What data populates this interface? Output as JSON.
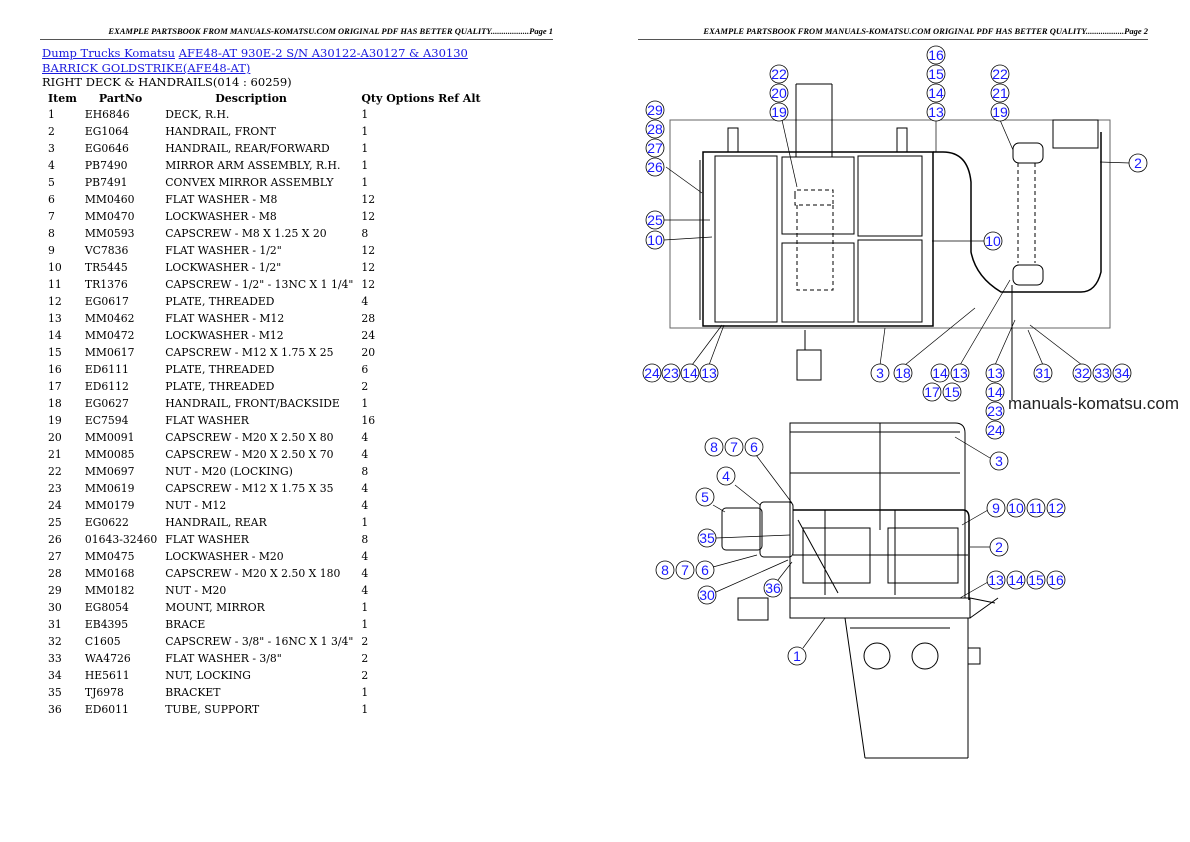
{
  "page1": {
    "header": "EXAMPLE PARTSBOOK FROM MANUALS-KOMATSU.COM ORIGINAL PDF HAS BETTER QUALITY..................Page 1",
    "breadcrumb": {
      "link1": "Dump Trucks Komatsu",
      "link2": "AFE48-AT 930E-2 S/N A30122-A30127 & A30130 BARRICK GOLDSTRIKE(AFE48-AT)"
    },
    "section_title": "RIGHT DECK & HANDRAILS(014 : 60259)",
    "table": {
      "columns": [
        "Item",
        "PartNo",
        "Description",
        "Qty Options Ref Alt"
      ],
      "rows": [
        [
          "1",
          "EH6846",
          "DECK, R.H.",
          "1"
        ],
        [
          "2",
          "EG1064",
          "HANDRAIL, FRONT",
          "1"
        ],
        [
          "3",
          "EG0646",
          "HANDRAIL, REAR/FORWARD",
          "1"
        ],
        [
          "4",
          "PB7490",
          "MIRROR ARM ASSEMBLY, R.H.",
          "1"
        ],
        [
          "5",
          "PB7491",
          "CONVEX MIRROR ASSEMBLY",
          "1"
        ],
        [
          "6",
          "MM0460",
          "FLAT WASHER - M8",
          "12"
        ],
        [
          "7",
          "MM0470",
          "LOCKWASHER - M8",
          "12"
        ],
        [
          "8",
          "MM0593",
          "CAPSCREW - M8 X 1.25 X 20",
          "8"
        ],
        [
          "9",
          "VC7836",
          "FLAT WASHER - 1/2\"",
          "12"
        ],
        [
          "10",
          "TR5445",
          "LOCKWASHER - 1/2\"",
          "12"
        ],
        [
          "11",
          "TR1376",
          "CAPSCREW - 1/2\" - 13NC X 1 1/4\"",
          "12"
        ],
        [
          "12",
          "EG0617",
          "PLATE, THREADED",
          "4"
        ],
        [
          "13",
          "MM0462",
          "FLAT WASHER - M12",
          "28"
        ],
        [
          "14",
          "MM0472",
          "LOCKWASHER - M12",
          "24"
        ],
        [
          "15",
          "MM0617",
          "CAPSCREW - M12 X 1.75 X 25",
          "20"
        ],
        [
          "16",
          "ED6111",
          "PLATE, THREADED",
          "6"
        ],
        [
          "17",
          "ED6112",
          "PLATE, THREADED",
          "2"
        ],
        [
          "18",
          "EG0627",
          "HANDRAIL, FRONT/BACKSIDE",
          "1"
        ],
        [
          "19",
          "EC7594",
          "FLAT WASHER",
          "16"
        ],
        [
          "20",
          "MM0091",
          "CAPSCREW - M20 X 2.50 X 80",
          "4"
        ],
        [
          "21",
          "MM0085",
          "CAPSCREW - M20 X 2.50 X 70",
          "4"
        ],
        [
          "22",
          "MM0697",
          "NUT - M20 (LOCKING)",
          "8"
        ],
        [
          "23",
          "MM0619",
          "CAPSCREW - M12 X 1.75 X 35",
          "4"
        ],
        [
          "24",
          "MM0179",
          "NUT - M12",
          "4"
        ],
        [
          "25",
          "EG0622",
          "HANDRAIL, REAR",
          "1"
        ],
        [
          "26",
          "01643-32460",
          "FLAT WASHER",
          "8"
        ],
        [
          "27",
          "MM0475",
          "LOCKWASHER - M20",
          "4"
        ],
        [
          "28",
          "MM0168",
          "CAPSCREW - M20 X 2.50 X 180",
          "4"
        ],
        [
          "29",
          "MM0182",
          "NUT - M20",
          "4"
        ],
        [
          "30",
          "EG8054",
          "MOUNT, MIRROR",
          "1"
        ],
        [
          "31",
          "EB4395",
          "BRACE",
          "1"
        ],
        [
          "32",
          "C1605",
          "CAPSCREW - 3/8\" - 16NC X 1 3/4\"",
          "2"
        ],
        [
          "33",
          "WA4726",
          "FLAT WASHER - 3/8\"",
          "2"
        ],
        [
          "34",
          "HE5611",
          "NUT, LOCKING",
          "2"
        ],
        [
          "35",
          "TJ6978",
          "BRACKET",
          "1"
        ],
        [
          "36",
          "ED6011",
          "TUBE, SUPPORT",
          "1"
        ]
      ]
    }
  },
  "page2": {
    "header": "EXAMPLE PARTSBOOK FROM MANUALS-KOMATSU.COM ORIGINAL PDF HAS BETTER QUALITY..................Page 2",
    "watermark": "manuals-komatsu.com",
    "callout_color": "#1a1aff",
    "callouts": [
      "29",
      "28",
      "27",
      "26",
      "25",
      "10",
      "22",
      "20",
      "19",
      "16",
      "15",
      "14",
      "13",
      "22",
      "21",
      "19",
      "2",
      "10",
      "24",
      "23",
      "14",
      "13",
      "3",
      "18",
      "14",
      "13",
      "17",
      "15",
      "13",
      "14",
      "23",
      "24",
      "31",
      "32",
      "33",
      "34",
      "8",
      "7",
      "6",
      "4",
      "5",
      "35",
      "8",
      "7",
      "6",
      "30",
      "36",
      "1",
      "3",
      "9",
      "10",
      "11",
      "12",
      "2",
      "13",
      "14",
      "15",
      "16"
    ]
  }
}
